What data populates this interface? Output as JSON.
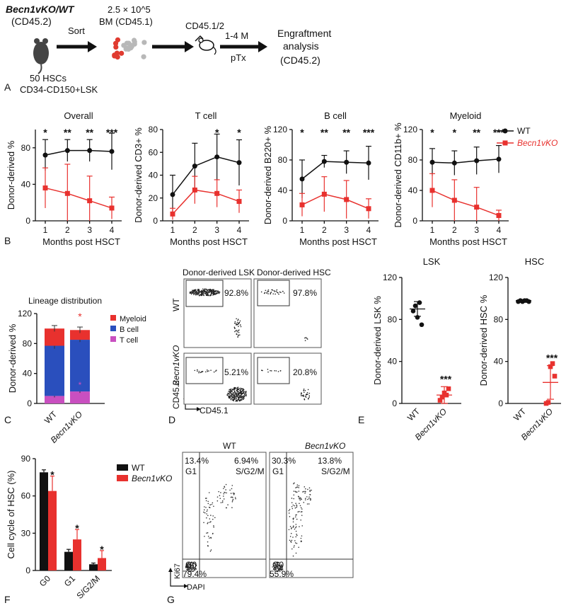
{
  "colors": {
    "wt": "#111111",
    "ko": "#e8312e",
    "bcell": "#2a4fbd",
    "tcell": "#c94fc0",
    "myeloid": "#e8312e"
  },
  "panelA": {
    "donor": "Becn1vKO/WT",
    "donor_marker": "(CD45.2)",
    "sort_label": "Sort",
    "hsc_count": "50 HSCs",
    "hsc_phenotype": "CD34-CD150+LSK",
    "bm": "2.5 × 10^5",
    "bm_marker": "BM (CD45.1)",
    "recipient": "CD45.1/2",
    "time": "1-4 M",
    "ptx": "pTx",
    "readout1": "Engraftment",
    "readout2": "analysis",
    "readout3": "(CD45.2)"
  },
  "panel_letters": {
    "A": "A",
    "B": "B",
    "C": "C",
    "D": "D",
    "E": "E",
    "F": "F",
    "G": "G"
  },
  "legend": {
    "wt": "WT",
    "ko": "Becn1vKO"
  },
  "chart_data": [
    {
      "type": "line",
      "title": "Overall",
      "xlabel": "Months post HSCT",
      "ylabel": "Donor-derived %",
      "x": [
        1,
        2,
        3,
        4
      ],
      "ylim": [
        0,
        100
      ],
      "yticks": [
        0,
        40,
        80
      ],
      "series": [
        {
          "name": "WT",
          "values": [
            72,
            77,
            77,
            76
          ],
          "err": [
            17,
            12,
            12,
            20
          ]
        },
        {
          "name": "Becn1vKO",
          "values": [
            36,
            30,
            22,
            14
          ],
          "err": [
            22,
            32,
            27,
            12
          ]
        }
      ],
      "significance": [
        "*",
        "**",
        "**",
        "***"
      ]
    },
    {
      "type": "line",
      "title": "T cell",
      "xlabel": "",
      "ylabel": "Donor-derived CD3+ %",
      "x": [
        1,
        2,
        3,
        4
      ],
      "ylim": [
        0,
        80
      ],
      "yticks": [
        0,
        20,
        40,
        60,
        80
      ],
      "series": [
        {
          "name": "WT",
          "values": [
            23,
            48,
            56,
            51
          ],
          "err": [
            17,
            20,
            20,
            20
          ]
        },
        {
          "name": "Becn1vKO",
          "values": [
            6,
            27,
            24,
            17
          ],
          "err": [
            5,
            12,
            12,
            10
          ]
        }
      ],
      "significance": [
        "",
        "",
        "*",
        "*"
      ]
    },
    {
      "type": "line",
      "title": "B cell",
      "xlabel": "",
      "ylabel": "Donor-derived B220+ %",
      "x": [
        1,
        2,
        3,
        4
      ],
      "ylim": [
        0,
        120
      ],
      "yticks": [
        0,
        40,
        80,
        120
      ],
      "series": [
        {
          "name": "WT",
          "values": [
            55,
            78,
            77,
            76
          ],
          "err": [
            25,
            8,
            15,
            22
          ]
        },
        {
          "name": "Becn1vKO",
          "values": [
            21,
            35,
            28,
            16
          ],
          "err": [
            15,
            23,
            25,
            13
          ]
        }
      ],
      "significance": [
        "*",
        "**",
        "**",
        "***"
      ]
    },
    {
      "type": "line",
      "title": "Myeloid",
      "xlabel": "",
      "ylabel": "Donor-derived CD11b+ %",
      "x": [
        1,
        2,
        3,
        4
      ],
      "ylim": [
        0,
        120
      ],
      "yticks": [
        0,
        40,
        80,
        120
      ],
      "series": [
        {
          "name": "WT",
          "values": [
            77,
            76,
            79,
            81
          ],
          "err": [
            18,
            16,
            18,
            18
          ]
        },
        {
          "name": "Becn1vKO",
          "values": [
            40,
            27,
            18,
            7
          ],
          "err": [
            22,
            27,
            26,
            7
          ]
        }
      ],
      "significance": [
        "*",
        "*",
        "**",
        "***"
      ]
    },
    {
      "type": "bar",
      "title": "Lineage distribution",
      "ylabel": "Donor-derived %",
      "categories": [
        "WT",
        "Becn1vKO"
      ],
      "ylim": [
        0,
        120
      ],
      "yticks": [
        0,
        40,
        80,
        120
      ],
      "series": [
        {
          "name": "T cell",
          "values": [
            10,
            16
          ]
        },
        {
          "name": "B cell",
          "values": [
            67,
            69
          ]
        },
        {
          "name": "Myeloid",
          "values": [
            23,
            13
          ]
        }
      ]
    },
    {
      "type": "scatter",
      "title": "LSK",
      "ylabel": "Donor-derived LSK %",
      "categories": [
        "WT",
        "Becn1vKO"
      ],
      "ylim": [
        0,
        120
      ],
      "yticks": [
        0,
        40,
        80,
        120
      ],
      "points": [
        [
          88,
          93,
          82,
          96,
          75
        ],
        [
          3,
          6,
          10,
          8,
          14
        ]
      ],
      "mean": [
        90,
        8
      ],
      "sd": [
        7,
        8
      ],
      "significance": "***"
    },
    {
      "type": "scatter",
      "title": "HSC",
      "ylabel": "Donor-derived HSC %",
      "categories": [
        "WT",
        "Becn1vKO"
      ],
      "ylim": [
        0,
        120
      ],
      "yticks": [
        0,
        40,
        80,
        120
      ],
      "points": [
        [
          97,
          98,
          97,
          98,
          98,
          97
        ],
        [
          0,
          1,
          35,
          38,
          26
        ]
      ],
      "mean": [
        98,
        20
      ],
      "sd": [
        1,
        16
      ],
      "significance": "***"
    },
    {
      "type": "bar",
      "title": "",
      "ylabel": "Cell cycle of HSC (%)",
      "categories": [
        "G0",
        "G1",
        "S/G2/M"
      ],
      "ylim": [
        0,
        90
      ],
      "yticks": [
        0,
        30,
        60,
        90
      ],
      "series": [
        {
          "name": "WT",
          "values": [
            79,
            15,
            5
          ],
          "err": [
            2,
            2,
            1
          ]
        },
        {
          "name": "Becn1vKO",
          "values": [
            64,
            25,
            10
          ],
          "err": [
            12,
            8,
            6
          ]
        }
      ],
      "significance": [
        "*",
        "*",
        "*"
      ]
    }
  ],
  "panelD": {
    "col1": "Donor-derived  LSK",
    "col2": "Donor-derived  HSC",
    "row1": "WT",
    "row2": "Becn1vKO",
    "y_axis": "CD45.2",
    "x_axis": "CD45.1",
    "pct_wt_lsk": "92.8%",
    "pct_wt_hsc": "97.8%",
    "pct_ko_lsk": "5.21%",
    "pct_ko_hsc": "20.8%"
  },
  "panelG": {
    "wt": "WT",
    "ko": "Becn1vKO",
    "y_axis": "Ki67",
    "x_axis": "DAPI",
    "wt_g1": "13.4%",
    "wt_s": "6.94%",
    "wt_g0": "79.4%",
    "ko_g1": "30.3%",
    "ko_s": "13.8%",
    "ko_g0": "55.9%",
    "g1": "G1",
    "s": "S/G2/M",
    "g0": "G0"
  }
}
